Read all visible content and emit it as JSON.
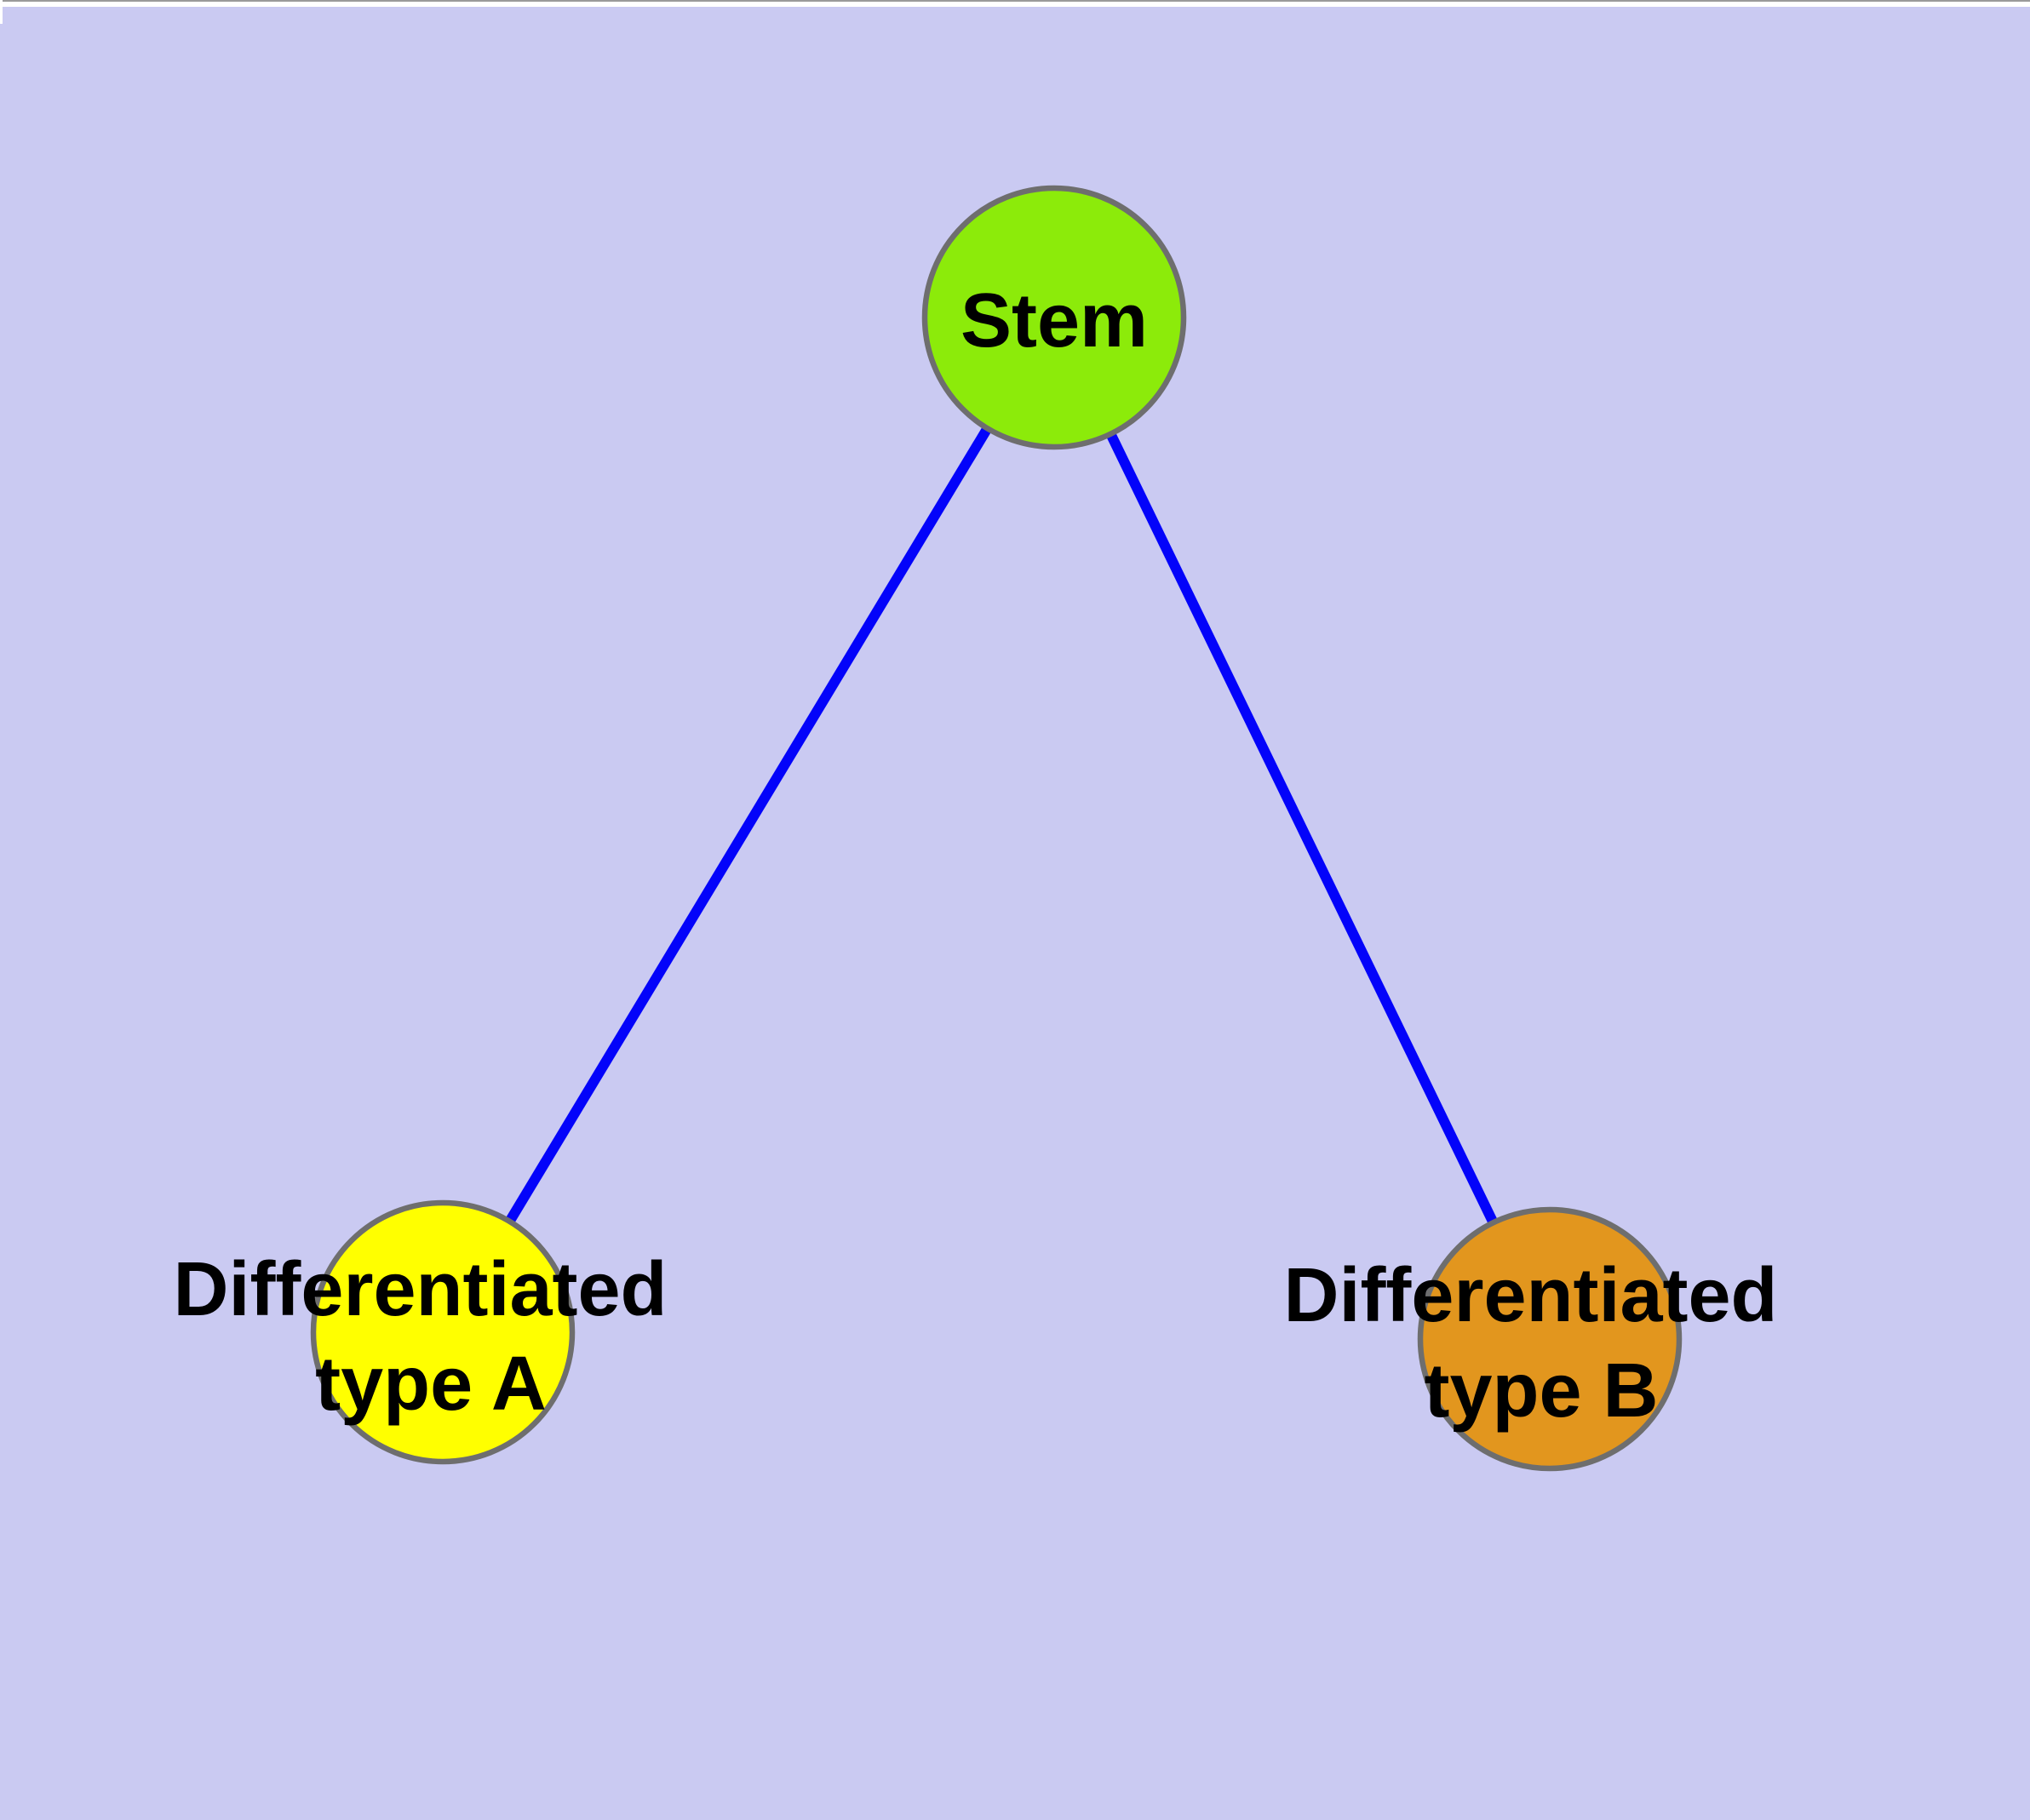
{
  "app": {
    "colors": {
      "background": "#CACAF2",
      "top_strip": "#FFFFFF",
      "top_strip_hairline": "#9A9A9A",
      "node_border": "#6E6E6E",
      "edge": "#0303FA",
      "label_text": "#000000"
    }
  },
  "graph": {
    "nodes": {
      "stem": {
        "label": "Stem",
        "fill": "#8CEB0A"
      },
      "type_a": {
        "label_line1": "Differentiated",
        "label_line2": "type A",
        "fill": "#FFFF00"
      },
      "type_b": {
        "label_line1": "Differentiated",
        "label_line2": "type B",
        "fill": "#E2961E"
      }
    },
    "edges": [
      {
        "from": "Stem",
        "to": "Differentiated type A"
      },
      {
        "from": "Stem",
        "to": "Differentiated type B"
      }
    ]
  }
}
